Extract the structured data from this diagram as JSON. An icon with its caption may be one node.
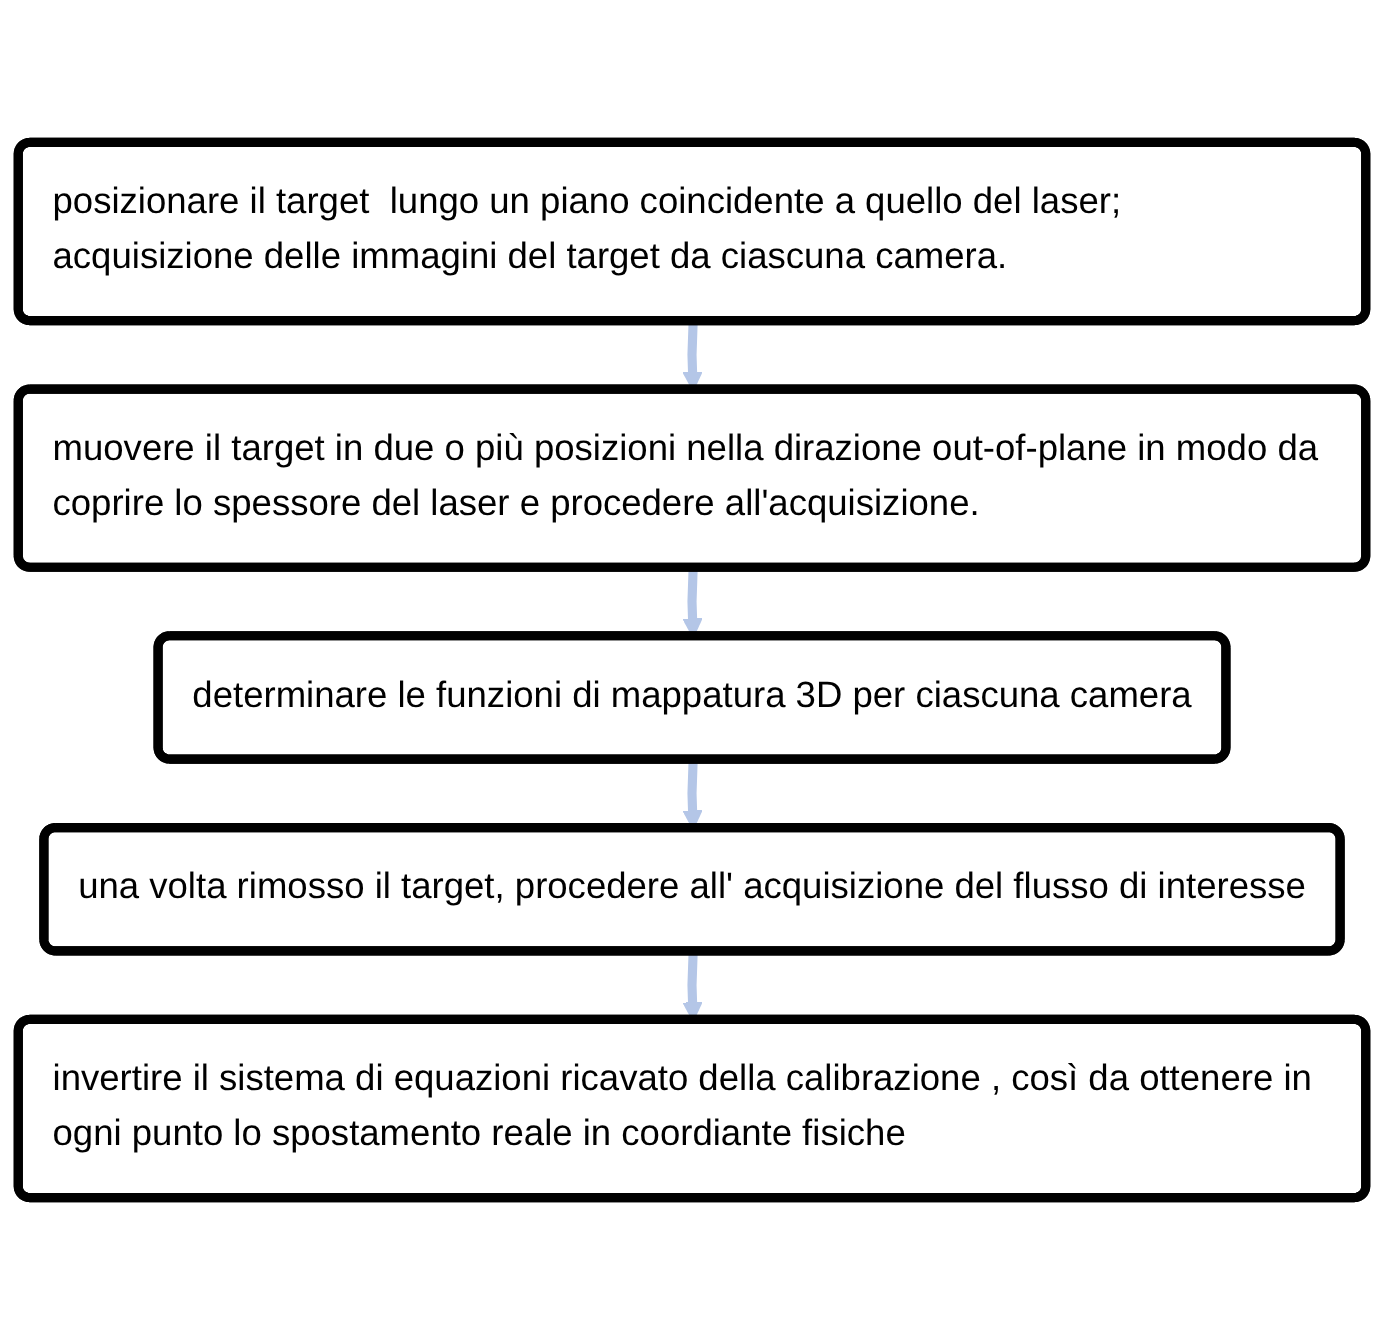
{
  "diagram": {
    "nodes": [
      {
        "text": [
          "posizionare il target  lungo un piano coincidente a quello del laser; acquisizione delle immagini del target da ciascuna camera."
        ]
      },
      {
        "text": [
          "muovere il target in due o più posizioni nella dirazione out-of-plane in modo da coprire lo spessore del laser e procedere all'acquisizione."
        ]
      },
      {
        "text": [
          "determinare le funzioni di mappatura 3D per ciascuna camera"
        ]
      },
      {
        "text": [
          "una volta rimosso il target, procedere all' acquisizione del flusso di interesse"
        ]
      },
      {
        "text": [
          "invertire il sistema di equazioni ricavato della calibrazione , così da ottenere in ogni punto lo spostamento reale in coordiante fisiche"
        ]
      }
    ],
    "edges": [
      {
        "from": 0,
        "to": 1,
        "arrow": "to"
      },
      {
        "from": 1,
        "to": 2,
        "arrow": "to"
      },
      {
        "from": 2,
        "to": 3,
        "arrow": "to"
      },
      {
        "from": 3,
        "to": 4,
        "arrow": "to"
      }
    ]
  }
}
